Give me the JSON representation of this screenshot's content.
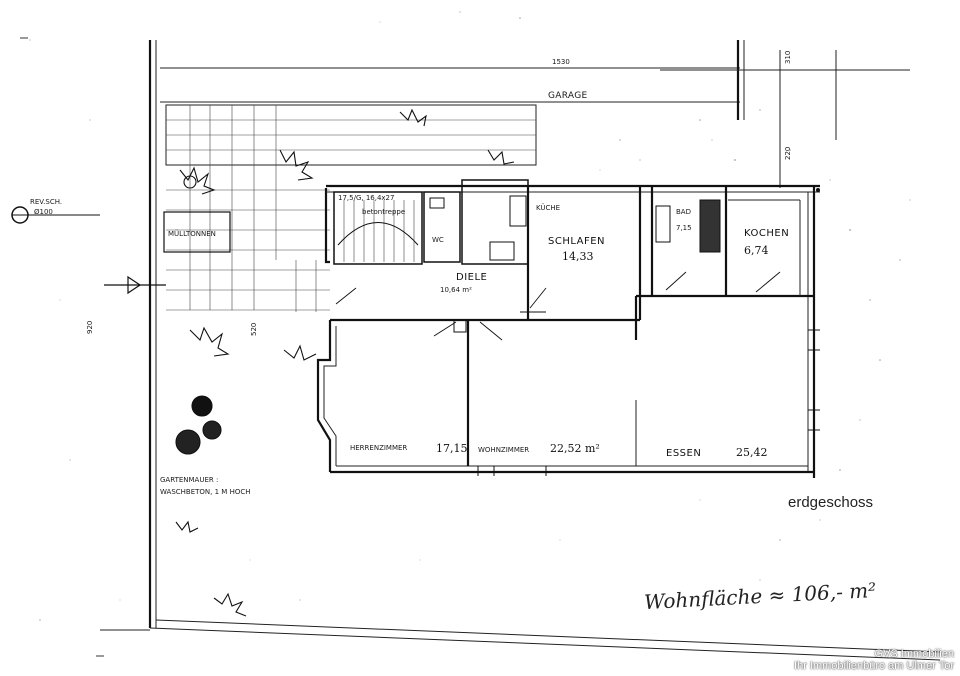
{
  "plan": {
    "labels": {
      "garage_width": "1530",
      "garage": "GARAGE",
      "rev_sch": "REV.SCH.",
      "rev_sch_dim": "Ø100",
      "muelltonnen": "MÜLLTONNEN",
      "stairs": "17,5/G, 16,4x27",
      "stairs_note": "betontreppe",
      "wc": "WC",
      "kueche": "KÜCHE",
      "schlafen": "SCHLAFEN",
      "schlafen_area": "14,33",
      "diele": "DIELE",
      "diele_area": "10,64 m²",
      "bad": "BAD",
      "bad_area": "7,15",
      "kochen": "KOCHEN",
      "kochen_area": "6,74",
      "herrenzimmer": "HERRENZIMMER",
      "herrenzimmer_area": "17,15",
      "wohnzimmer": "WOHNZIMMER",
      "wohnzimmer_area": "22,52 m²",
      "essen": "ESSEN",
      "essen_area": "25,42",
      "gartenmauer_1": "GARTENMAUER :",
      "gartenmauer_2": "WASCHBETON, 1 M HOCH",
      "dim_left": "920",
      "dim_yard": "520",
      "dim_right_1": "310",
      "dim_right_2": "220"
    },
    "floor_label": "erdgeschoss",
    "area_note": "Wohnfläche ≈ 106,- m²"
  },
  "watermark": {
    "line1": "GVS Immobilien",
    "line2": "Ihr Immobilienbüro am Ulmer Tor"
  }
}
